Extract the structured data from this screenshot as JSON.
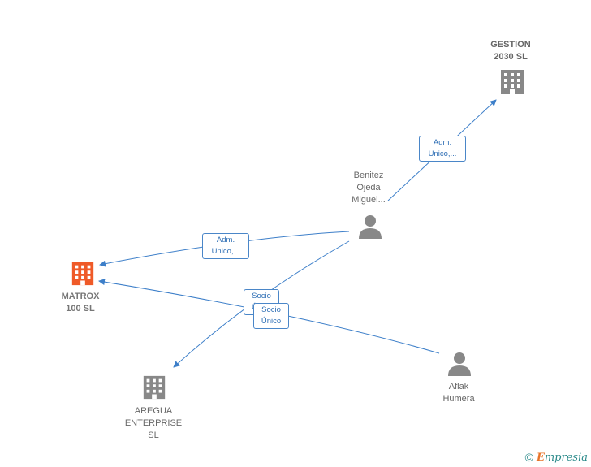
{
  "nodes": {
    "gestion": {
      "lines": [
        "GESTION",
        "2030  SL"
      ],
      "kind": "company"
    },
    "benitez": {
      "lines": [
        "Benitez",
        "Ojeda",
        "Miguel..."
      ],
      "kind": "person"
    },
    "matrox": {
      "lines": [
        "MATROX",
        "100  SL"
      ],
      "kind": "company",
      "highlight": "#ef5a28"
    },
    "aregua": {
      "lines": [
        "AREGUA",
        "ENTERPRISE",
        "SL"
      ],
      "kind": "company"
    },
    "aflak": {
      "lines": [
        "Aflak",
        "Humera"
      ],
      "kind": "person"
    }
  },
  "edges": {
    "benitez_gestion": {
      "lines": [
        "Adm.",
        "Unico,..."
      ]
    },
    "benitez_matrox": {
      "lines": [
        "Adm.",
        "Unico,..."
      ]
    },
    "benitez_aregua": {
      "lines": [
        "Socio",
        "Único"
      ]
    },
    "aflak_matrox": {
      "lines": [
        "Socio",
        "Único"
      ]
    }
  },
  "colors": {
    "edge": "#3d7fc9",
    "icon": "#888888",
    "focus": "#ef5a28"
  },
  "footer": {
    "copyright": "©",
    "brand_initial": "E",
    "brand_rest": "mpresia"
  }
}
